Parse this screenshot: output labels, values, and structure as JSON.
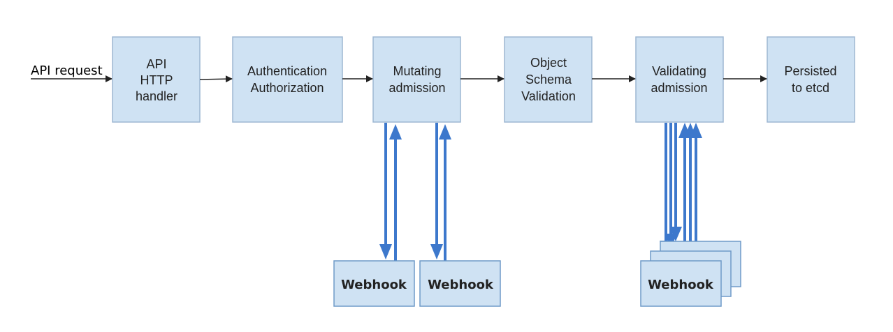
{
  "input_label": "API request",
  "stages": [
    {
      "id": "api-http-handler",
      "lines": [
        "API",
        "HTTP",
        "handler"
      ]
    },
    {
      "id": "authentication-authorization",
      "lines": [
        "Authentication",
        "Authorization"
      ]
    },
    {
      "id": "mutating-admission",
      "lines": [
        "Mutating",
        "admission"
      ]
    },
    {
      "id": "object-schema-validation",
      "lines": [
        "Object",
        "Schema",
        "Validation"
      ]
    },
    {
      "id": "validating-admission",
      "lines": [
        "Validating",
        "admission"
      ]
    },
    {
      "id": "persisted-to-etcd",
      "lines": [
        "Persisted",
        "to etcd"
      ]
    }
  ],
  "webhooks": {
    "mutating_1": "Webhook",
    "mutating_2": "Webhook",
    "validating": "Webhook"
  },
  "colors": {
    "box_fill": "#cfe2f3",
    "box_stroke": "#9db7d2",
    "arrow_blue": "#3d78cc",
    "flow_arrow": "#222222"
  }
}
